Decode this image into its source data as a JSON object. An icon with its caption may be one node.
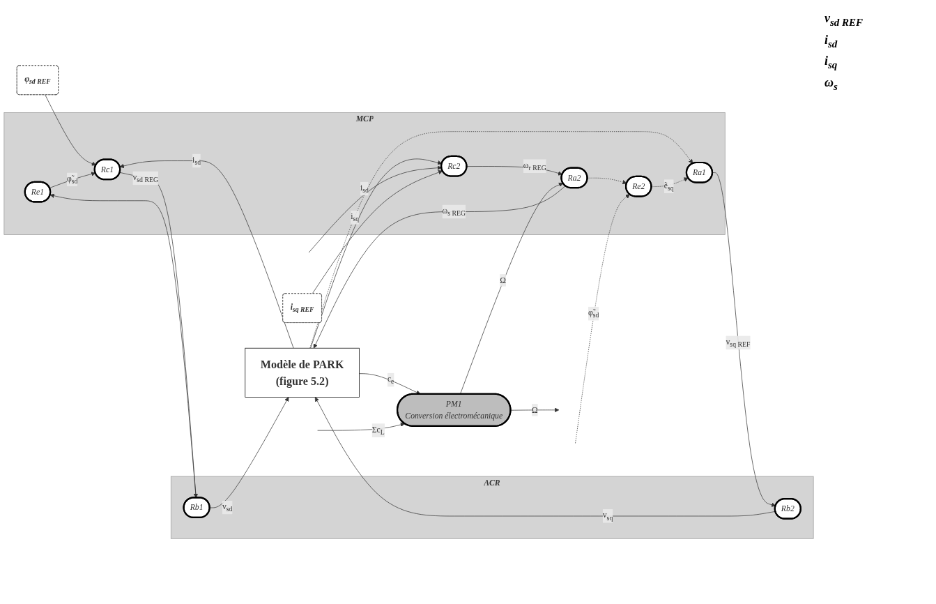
{
  "diagram": {
    "nodes": [
      {
        "text": [
          "MCP"
        ]
      },
      {
        "text": [
          "Re1"
        ],
        "in": 0
      },
      {
        "text": [
          "Rc1"
        ],
        "in": 0
      },
      {
        "text": [
          "Ra1"
        ],
        "in": 0
      },
      {
        "text": [
          "Rc2"
        ],
        "in": 0
      },
      {
        "text": [
          "Ra2"
        ],
        "in": 0
      },
      {
        "text": [
          "Re2"
        ],
        "in": 0
      },
      {
        "text": [
          "ACR"
        ]
      },
      {
        "text": [
          "Rb1"
        ],
        "in": 7
      },
      {
        "text": [
          "Rb2"
        ],
        "in": 7
      },
      {
        "text": [
          "φ$_{sd REF}$"
        ]
      },
      {
        "text": [
          "i$_{sq REF}$"
        ]
      },
      {
        "text": [
          "Modèle de PARK",
          "(figure 5.2)"
        ]
      },
      {
        "text": [
          "PM1",
          "Conversion électromécanique"
        ]
      }
    ],
    "edges": [
      {
        "from": 10,
        "to": 2,
        "arrow": "to"
      },
      {
        "from": 1,
        "to": 2,
        "arrow": "to",
        "label": "φ̃$_{sd}$"
      },
      {
        "from": 2,
        "to": 8,
        "arrow": "to",
        "label": "v$_{sd REG}$"
      },
      {
        "from": 8,
        "to": 12,
        "arrow": "to",
        "label": "v$_{sd}$"
      },
      {
        "from": 8,
        "to": 1,
        "arrow": "to"
      },
      {
        "from": 12,
        "to": 2,
        "arrow": "to",
        "label": "i$_{sd}$"
      },
      {
        "from": 12,
        "to": 4,
        "arrow": "to",
        "label": "i$_{sq}$"
      },
      {
        "from": 12,
        "to": 3,
        "arrow": "to",
        "style": "dashed"
      },
      {
        "from": null,
        "to": 4,
        "arrow": "to",
        "label": "i$_{sd}$"
      },
      {
        "from": 11,
        "to": 4,
        "arrow": "to"
      },
      {
        "from": 4,
        "to": 5,
        "arrow": "to",
        "label": "ω$_{r REG}$"
      },
      {
        "from": 6,
        "to": 3,
        "arrow": "to",
        "label": "ẽ$_{sq}$",
        "style": "dashed"
      },
      {
        "from": 3,
        "to": 9,
        "arrow": "to",
        "label": "v$_{sq REF}$"
      },
      {
        "from": 9,
        "to": 12,
        "arrow": "to",
        "label": "v$_{sq}$"
      },
      {
        "from": 5,
        "to": 12,
        "arrow": "to",
        "label": "ω$_{s REG}$"
      },
      {
        "from": 5,
        "to": 6,
        "arrow": "to",
        "style": "dashed"
      },
      {
        "from": null,
        "to": 6,
        "arrow": "to",
        "label": "φ̃$_{sd}$",
        "style": "dashed"
      },
      {
        "from": 13,
        "to": 5,
        "arrow": "to",
        "label": "Ω"
      },
      {
        "from": 12,
        "to": 13,
        "arrow": "to",
        "label": "c$_{e}$"
      },
      {
        "from": null,
        "to": 13,
        "arrow": "to",
        "label": "Σc$_{L}$"
      },
      {
        "from": 13,
        "to": null,
        "arrow": "to",
        "label": "Ω"
      }
    ],
    "labels": [
      "v$_{sd REF}$",
      "i$_{sd}$",
      "i$_{sq}$",
      "ω$_{s}$"
    ]
  }
}
